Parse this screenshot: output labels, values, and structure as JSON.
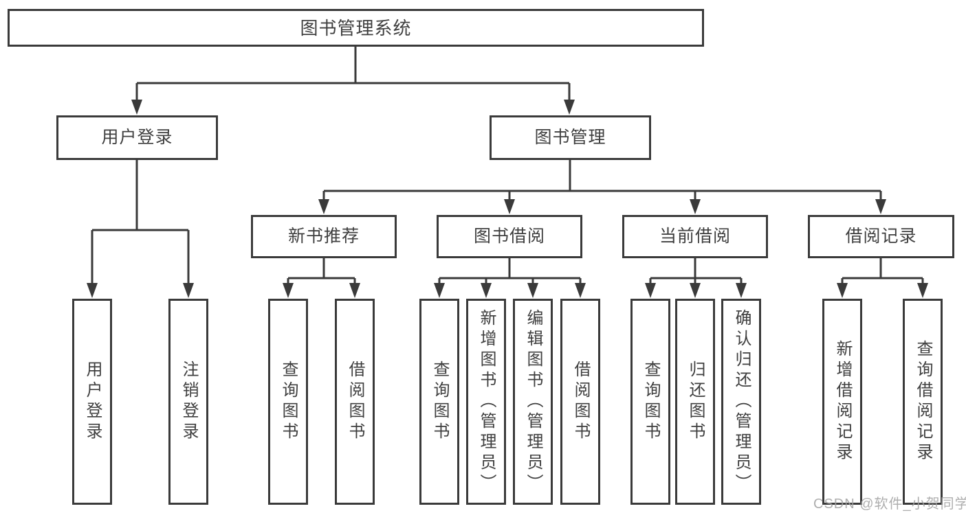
{
  "diagram": {
    "tree": {
      "root": {
        "label": "图书管理系统",
        "children": [
          {
            "label": "用户登录",
            "children": [
              {
                "label": "用户登录"
              },
              {
                "label": "注销登录"
              }
            ]
          },
          {
            "label": "图书管理",
            "children": [
              {
                "label": "新书推荐",
                "children": [
                  {
                    "label": "查询图书"
                  },
                  {
                    "label": "借阅图书"
                  }
                ]
              },
              {
                "label": "图书借阅",
                "children": [
                  {
                    "label": "查询图书"
                  },
                  {
                    "label": "新增图书（管理员）"
                  },
                  {
                    "label": "编辑图书（管理员）"
                  },
                  {
                    "label": "借阅图书"
                  }
                ]
              },
              {
                "label": "当前借阅",
                "children": [
                  {
                    "label": "查询图书"
                  },
                  {
                    "label": "归还图书"
                  },
                  {
                    "label": "确认归还（管理员）"
                  }
                ]
              },
              {
                "label": "借阅记录",
                "children": [
                  {
                    "label": "新增借阅记录"
                  },
                  {
                    "label": "查询借阅记录"
                  }
                ]
              }
            ]
          }
        ]
      }
    },
    "colors": {
      "line": "#3a3a3a",
      "text": "#3f3f3f",
      "watermark": "#a3a3a3",
      "background": "#ffffff"
    }
  },
  "watermark": {
    "text": "CSDN @软件_小贺同学"
  }
}
